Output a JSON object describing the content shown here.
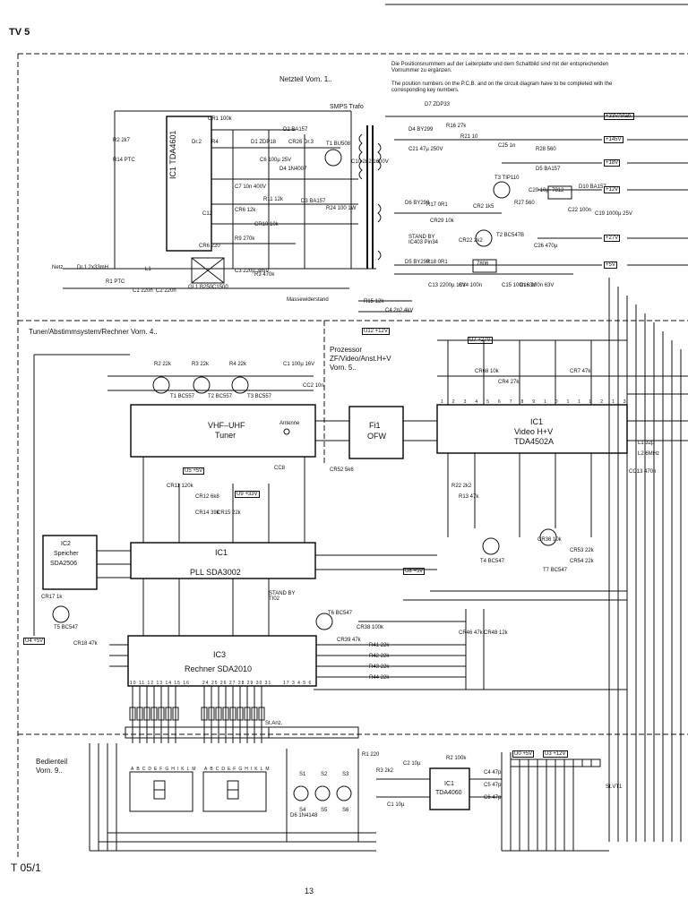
{
  "page": {
    "header": "TV 5",
    "footer_left": "T 05/1",
    "page_number": "13"
  },
  "notes": {
    "de": "Die Positionsnummern auf der Leiterplatte und dem Schaltbild sind mit der entsprechenden Vornummer zu ergänzen.",
    "en": "The position numbers on the P.C.B. and on the circuit diagram have to be completed with the corresponding key numbers."
  },
  "sections": {
    "netzteil": "Netzteil  Vorn. 1..",
    "tuner": "Tuner/Abstimmsystem/Rechner   Vorn. 4..",
    "prozessor": [
      "Prozessor",
      "ZF/Video/Anst.H+V",
      "Vorn. 5.."
    ],
    "bedienteil": [
      "Bedienteil",
      "Vorn. 9.."
    ]
  },
  "blocks": {
    "tda4601": "IC1  TDA4601",
    "smps": "SMPS Trafo",
    "tuner": [
      "VHF–UHF",
      "Tuner"
    ],
    "antenne": "Antenne",
    "ofw": [
      "Fi1",
      "OFW"
    ],
    "video": [
      "IC1",
      "Video H+V",
      "TDA4502A"
    ],
    "pll": "PLL  SDA3002",
    "pll_ic": "IC1",
    "speicher": [
      "IC2",
      "Speicher",
      "SDA2506"
    ],
    "rechner": [
      "IC3",
      "Rechner SDA2010"
    ],
    "tda4060": [
      "IC1",
      "TDA4060"
    ],
    "ic3_7806": [
      "IC3",
      "7806"
    ],
    "ic2_7812": [
      "IC2",
      "7812"
    ],
    "stvt1": "St.VT1",
    "stanz": "St.Anz."
  },
  "rails": [
    "+33V/Stab.",
    "+145V",
    "+18V",
    "+12V",
    "+27V",
    "+5V",
    "U12 +12V",
    "U7 +27V",
    "U5 +5V",
    "U8 +5V",
    "U4 +5V",
    "U9 +33V",
    "U0 +5V",
    "U3 +12V"
  ],
  "components": [
    "CR1 100k",
    "D2 BA157",
    "D1 ZDP18",
    "CR26 Dr.3",
    "T1 BU508",
    "C10 2n2 1600V",
    "R2 2k7",
    "R14 PTC",
    "Dr.2",
    "R4",
    "C6 100µ 25V",
    "D4 1N4007",
    "C7 10n 400V",
    "R11 12k",
    "D3 BA157",
    "R24 100 1W",
    "C12",
    "CR6 12k",
    "CR10 10k",
    "R9 270k",
    "CR6 220",
    "C3 220µ 385V",
    "R3 470k",
    "GL1 B250C1500",
    "Dr.1 2x33mH",
    "R1 PTC",
    "C2 220n",
    "C1 220n",
    "L1",
    "D7 ZDP33",
    "R16 27k",
    "D4 BY299",
    "C21 47µ 250V",
    "R21 10",
    "C25 1n",
    "R28 560",
    "D5 BA157",
    "T3 TIP110",
    "D6 BY299",
    "R17 0R1",
    "CR2 1k5",
    "R27 560",
    "C20 10µ",
    "C22 100n",
    "D10 BA157",
    "C19 1000µ 25V",
    "T2 BC547B",
    "CR22 2k2",
    "C26 470µ",
    "D5 BY299",
    "R18 0R1",
    "C13 2200µ 16V",
    "C14 100n",
    "C15 100n 63V",
    "C16 100n 63V",
    "R15 12k",
    "C4 2n2 4kV",
    "R2 22k",
    "R3 22k",
    "R4 22k",
    "T1 BC557",
    "T2 BC557",
    "T3 BC557",
    "C1 100µ 16V",
    "CC2 10n",
    "CR11 120k",
    "CR12 6k8",
    "CR14 39k",
    "CR15 22k",
    "CC8",
    "CR52 5k6",
    "CR53 22k",
    "CR54 22k",
    "R22 2k2",
    "R13 47k",
    "CR38 100k",
    "CR39 47k",
    "R41 22k",
    "R42 22k",
    "R43 22k",
    "R44 22k",
    "CR46 47k",
    "CR48 12k",
    "T4 BC547",
    "T5 BC547",
    "T6 BC547",
    "T7 BC547",
    "CR17 1k",
    "CR18 47k",
    "R1 220",
    "R3 2k2",
    "C2 10µ",
    "C4 47p",
    "C5 47p",
    "C6 47p",
    "R2 100k",
    "C1 10µ",
    "D6 1N4148",
    "L1 32µ",
    "L2 6MHz",
    "CR68 10k",
    "CR4 27k",
    "CR7 47k",
    "CR36 10k",
    "CC13 470n",
    "CR29 10k"
  ],
  "misc_text": [
    "STAND BY IC403 Pin34",
    "Massewiderstand",
    "STAND BY TI02",
    "Netz",
    "S1",
    "S2",
    "S3",
    "S4",
    "S5",
    "S6"
  ],
  "display_pins": [
    "A",
    "B",
    "C",
    "D",
    "E",
    "F",
    "G",
    "H",
    "I",
    "K",
    "L",
    "M"
  ],
  "ic1_pins_top": [
    "1",
    "2",
    "3",
    "4",
    "5",
    "6",
    "7",
    "8",
    "9",
    "10",
    "11",
    "12",
    "13"
  ],
  "rechner_pins": [
    "10",
    "11",
    "12",
    "13",
    "14",
    "15",
    "16",
    "24",
    "25",
    "26",
    "27",
    "28",
    "29",
    "30",
    "31",
    "17",
    "3",
    "4",
    "5",
    "6"
  ]
}
